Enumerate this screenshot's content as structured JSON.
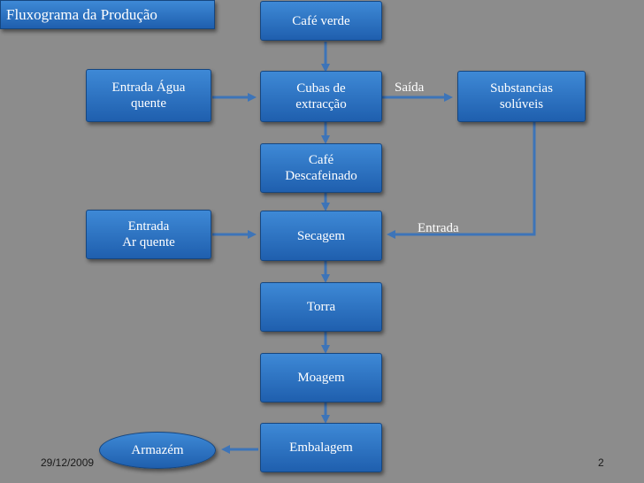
{
  "title": "Fluxograma da Produção",
  "nodes": {
    "cafe_verde": "Café verde",
    "cubas": [
      "Cubas de",
      "extracção"
    ],
    "substancias": [
      "Substancias",
      "solúveis"
    ],
    "entrada_agua": [
      "Entrada Água",
      "quente"
    ],
    "cafe_descafeinado": [
      "Café",
      "Descafeinado"
    ],
    "entrada_ar": [
      "Entrada",
      "Ar quente"
    ],
    "secagem": "Secagem",
    "torra": "Torra",
    "moagem": "Moagem",
    "embalagem": "Embalagem",
    "armazem": "Armazém"
  },
  "edge_labels": {
    "saida": "Saída",
    "entrada": "Entrada"
  },
  "footer": {
    "date": "29/12/2009",
    "page_number": "2"
  },
  "colors": {
    "background": "#8c8c8c",
    "box_fill": "#2e75c4",
    "arrow": "#3d74b8"
  }
}
